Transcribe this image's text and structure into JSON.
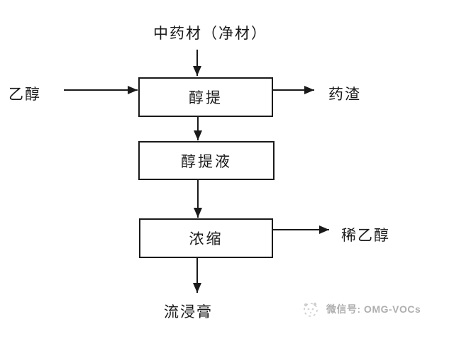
{
  "diagram": {
    "title": "中药材（净材）",
    "boxes": [
      {
        "id": "alcohol-extraction",
        "label": "醇提"
      },
      {
        "id": "extraction-liquid",
        "label": "醇提液"
      },
      {
        "id": "concentration",
        "label": "浓缩"
      }
    ],
    "side_labels": {
      "input_left": "乙醇",
      "output_right_top": "药渣",
      "output_right_bottom": "稀乙醇",
      "output_bottom": "流浸膏"
    },
    "flow": [
      {
        "from": "中药材（净材）",
        "to": "醇提"
      },
      {
        "from": "乙醇",
        "to": "醇提"
      },
      {
        "from": "醇提",
        "to": "药渣"
      },
      {
        "from": "醇提",
        "to": "醇提液"
      },
      {
        "from": "醇提液",
        "to": "浓缩"
      },
      {
        "from": "浓缩",
        "to": "稀乙醇"
      },
      {
        "from": "浓缩",
        "to": "流浸膏"
      }
    ]
  },
  "watermark": {
    "text": "微信号: OMG-VOCs",
    "icon": "panda-logo-icon"
  },
  "colors": {
    "background": "#ffffff",
    "line": "#1a1a1a",
    "text": "#1a1a1a",
    "watermark": "#b0aeae"
  }
}
